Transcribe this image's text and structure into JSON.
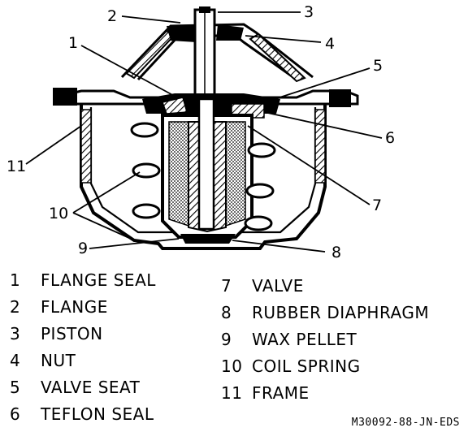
{
  "callouts": {
    "c1": "1",
    "c2": "2",
    "c3": "3",
    "c4": "4",
    "c5": "5",
    "c6": "6",
    "c7": "7",
    "c8": "8",
    "c9": "9",
    "c10": "10",
    "c11": "11"
  },
  "legend_left": [
    {
      "num": "1",
      "label": "FLANGE SEAL"
    },
    {
      "num": "2",
      "label": "FLANGE"
    },
    {
      "num": "3",
      "label": "PISTON"
    },
    {
      "num": "4",
      "label": "NUT"
    },
    {
      "num": "5",
      "label": "VALVE SEAT"
    },
    {
      "num": "6",
      "label": "TEFLON SEAL"
    }
  ],
  "legend_right": [
    {
      "num": "7",
      "label": "VALVE"
    },
    {
      "num": "8",
      "label": "RUBBER DIAPHRAGM"
    },
    {
      "num": "9",
      "label": "WAX PELLET"
    },
    {
      "num": "10",
      "label": "COIL SPRING"
    },
    {
      "num": "11",
      "label": "FRAME"
    }
  ],
  "figure_code": "M30092-88-JN-EDS"
}
